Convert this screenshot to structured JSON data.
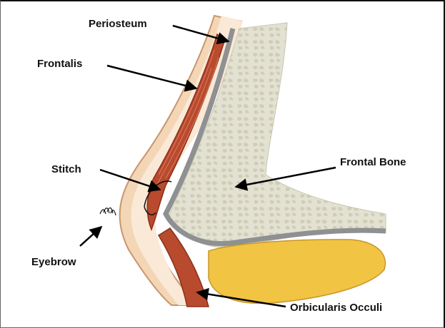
{
  "labels": {
    "periosteum": "Periosteum",
    "frontalis": "Frontalis",
    "stitch": "Stitch",
    "eyebrow": "Eyebrow",
    "frontal_bone": "Frontal Bone",
    "orbicularis_occuli": "Orbicularis Occuli"
  },
  "colors": {
    "skin_outer": "#f3d6b6",
    "skin_inner": "#fae9d6",
    "skin_outline": "#c9956e",
    "muscle": "#b84a2e",
    "muscle_dark": "#8e2e1a",
    "bone_fill": "#e3e2d2",
    "bone_pattern": "#cfcdb7",
    "periosteum": "#8e9092",
    "fat": "#f1c443",
    "fat_outline": "#c9952a",
    "arrow": "#000000"
  }
}
